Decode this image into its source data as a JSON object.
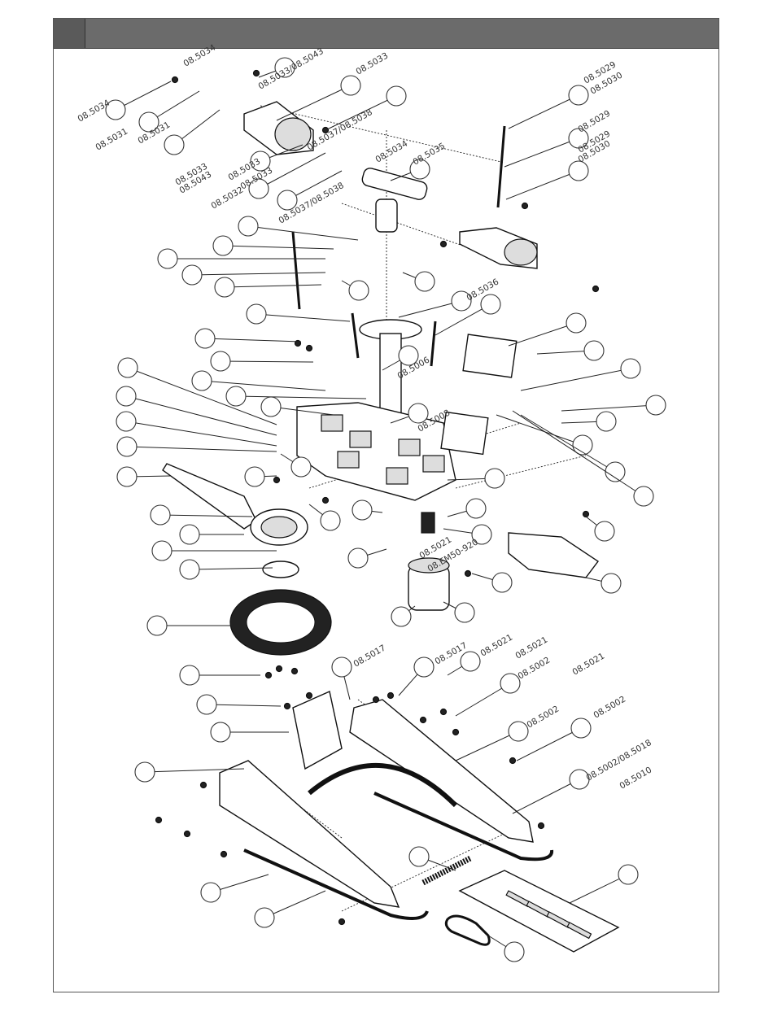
{
  "colors": {
    "header": "#6b6b6b",
    "header_box": "#5a5a5a",
    "ink": "#222222"
  },
  "part_numbers": [
    "08.5034",
    "08.5034",
    "08.5031",
    "08.5031",
    "08.5033/08.5043",
    "08.5033",
    "08.5033",
    "08.5043",
    "08.5033",
    "08.5033",
    "08.5037/08.5038",
    "08.5034",
    "08.5035",
    "08.5032",
    "08.5037/08.5038",
    "08.5029",
    "08.5030",
    "08.5029",
    "08.5029",
    "08.5030",
    "08.5036",
    "08.5006",
    "08.5008",
    "08.5021",
    "08.EM50-920",
    "08.5017",
    "08.5017",
    "08.5021",
    "08.5021",
    "08.5002",
    "08.5021",
    "08.5002",
    "08.5002",
    "08.5002/08.5018",
    "08.5010"
  ]
}
